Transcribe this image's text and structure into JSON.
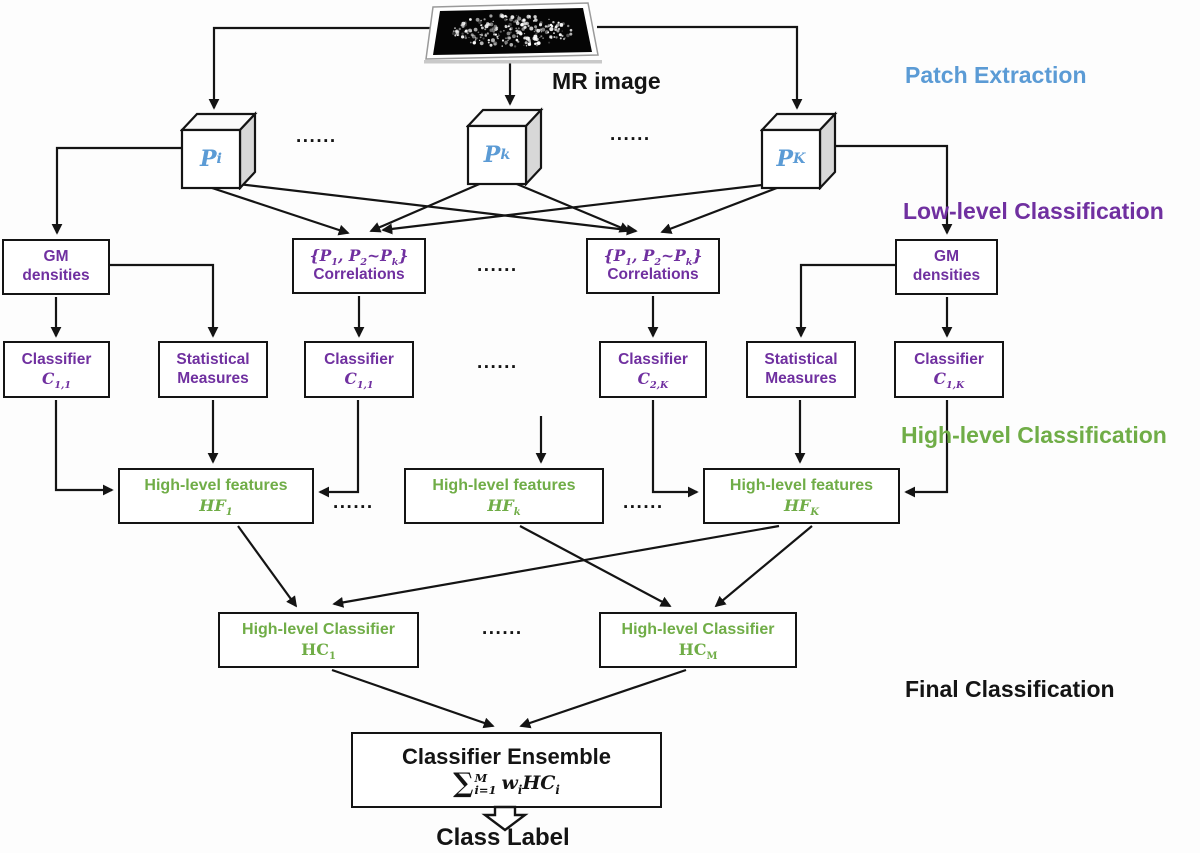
{
  "dots": "......",
  "colors": {
    "blue": "#5B9BD5",
    "purple": "#7030A0",
    "green": "#70AD47",
    "line": "#141414"
  },
  "stages": {
    "patch": "Patch Extraction",
    "low_level": "Low-level Classification",
    "high_level": "High-level Classification",
    "final": "Final Classification"
  },
  "mr": {
    "label": "MR image"
  },
  "patches": {
    "pi": [
      {
        "t": "P"
      },
      {
        "s": "i"
      }
    ],
    "pk": [
      {
        "t": "P"
      },
      {
        "s": "k"
      }
    ],
    "pK": [
      {
        "t": "P"
      },
      {
        "s": "K"
      }
    ]
  },
  "low": {
    "gm_left": {
      "line1": "GM",
      "line2": "densities"
    },
    "gm_right": {
      "line1": "GM",
      "line2": "densities"
    },
    "corr_left": {
      "title": [
        {
          "t": "{P"
        },
        {
          "s": "1"
        },
        {
          "t": ", P"
        },
        {
          "s": "2"
        },
        {
          "t": "~P"
        },
        {
          "s": "k"
        },
        {
          "t": "}"
        }
      ],
      "line2": "Correlations"
    },
    "corr_right": {
      "title": [
        {
          "t": "{P"
        },
        {
          "s": "1"
        },
        {
          "t": ", P"
        },
        {
          "s": "2"
        },
        {
          "t": "~P"
        },
        {
          "s": "k"
        },
        {
          "t": "}"
        }
      ],
      "line2": "Correlations"
    },
    "clf_a": {
      "line1": "Classifier",
      "math": [
        {
          "t": "C"
        },
        {
          "s": "1,1"
        }
      ]
    },
    "clf_b": {
      "line1": "Classifier",
      "math": [
        {
          "t": "C"
        },
        {
          "s": "1,1"
        }
      ]
    },
    "clf_c": {
      "line1": "Classifier",
      "math": [
        {
          "t": "C"
        },
        {
          "s": "2,K"
        }
      ]
    },
    "clf_d": {
      "line1": "Classifier",
      "math": [
        {
          "t": "C"
        },
        {
          "s": "1,K"
        }
      ]
    },
    "stat_left": {
      "line1": "Statistical",
      "line2": "Measures"
    },
    "stat_right": {
      "line1": "Statistical",
      "line2": "Measures"
    }
  },
  "high": {
    "hf1": {
      "line1": "High-level features",
      "math": [
        {
          "t": "HF"
        },
        {
          "s": "1"
        }
      ]
    },
    "hfk": {
      "line1": "High-level features",
      "math": [
        {
          "t": "HF"
        },
        {
          "s": "k"
        }
      ]
    },
    "hfK": {
      "line1": "High-level features",
      "math": [
        {
          "t": "HF"
        },
        {
          "s": "K"
        }
      ]
    },
    "hc1": {
      "line1": "High-level Classifier",
      "math": [
        {
          "t": "HC"
        },
        {
          "s": "1"
        }
      ]
    },
    "hcM": {
      "line1": "High-level Classifier",
      "math": [
        {
          "t": "HC"
        },
        {
          "s": "M"
        }
      ]
    }
  },
  "ensemble": {
    "title": "Classifier Ensemble",
    "sum": "∑",
    "lim_top": "M",
    "lim_bottom": "i=1",
    "body": [
      {
        "t": "w"
      },
      {
        "s": "i"
      },
      {
        "t": "HC"
      },
      {
        "s": "i"
      }
    ]
  },
  "class_label": "Class Label"
}
